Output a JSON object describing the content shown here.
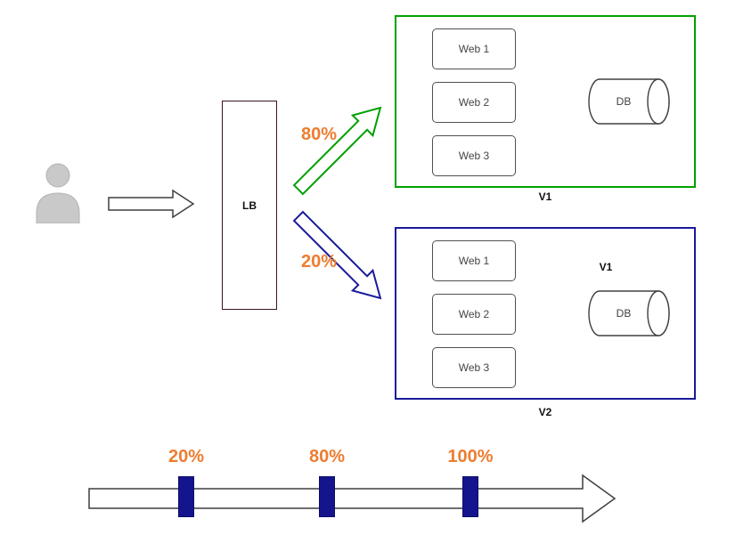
{
  "colors": {
    "green": "#00a000",
    "navy": "#1a1a9c",
    "maroon": "#3d1226",
    "orange": "#ED7D31",
    "outline": "#3f3f3f",
    "marker": "#14148c"
  },
  "icons": {
    "user": "user-silhouette"
  },
  "load_balancer": {
    "label": "LB"
  },
  "flows": {
    "v1_percent": "80%",
    "v2_percent": "20%"
  },
  "environments": {
    "v1": {
      "caption": "V1",
      "servers": [
        "Web 1",
        "Web 2",
        "Web 3"
      ],
      "db_label": "DB"
    },
    "v2": {
      "caption": "V2",
      "inner_version_label": "V1",
      "servers": [
        "Web 1",
        "Web 2",
        "Web 3"
      ],
      "db_label": "DB"
    }
  },
  "timeline": {
    "milestones": [
      "20%",
      "80%",
      "100%"
    ]
  }
}
